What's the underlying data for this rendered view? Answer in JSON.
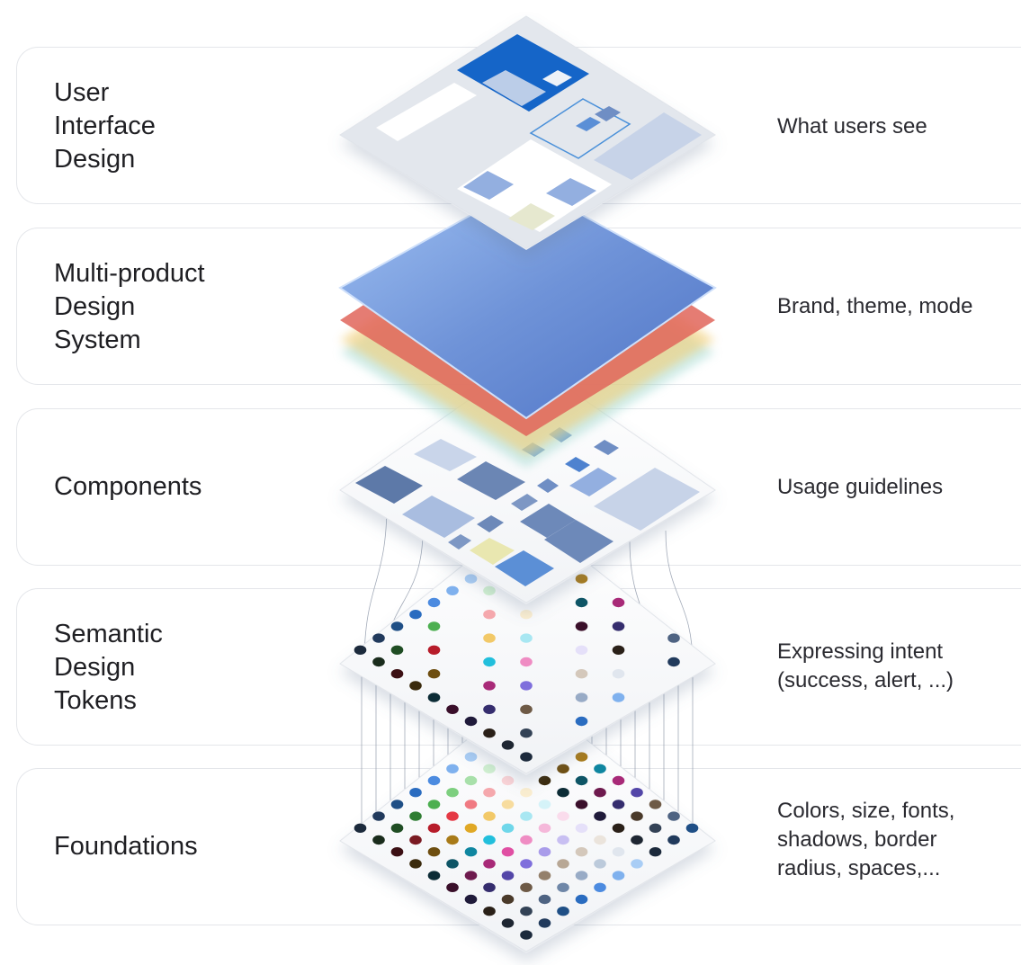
{
  "layers": [
    {
      "title": "User\nInterface\nDesign",
      "description": "What users see"
    },
    {
      "title": "Multi-product\nDesign\nSystem",
      "description": "Brand, theme, mode"
    },
    {
      "title": "Components",
      "description": "Usage guidelines"
    },
    {
      "title": "Semantic\nDesign\nTokens",
      "description": "Expressing intent\n(success, alert, ...)"
    },
    {
      "title": "Foundations",
      "description": "Colors, size, fonts,\nshadows, border\nradius, spaces,..."
    }
  ],
  "colors": {
    "ui_accent": "#1565c8",
    "panel_blue": "#5f86cf",
    "panel_red": "#e0655a",
    "panel_yellow": "#f2cd74",
    "panel_teal": "#a9ddd6",
    "component_fill": "#8ea6cf",
    "border": "#e4e6ea"
  }
}
